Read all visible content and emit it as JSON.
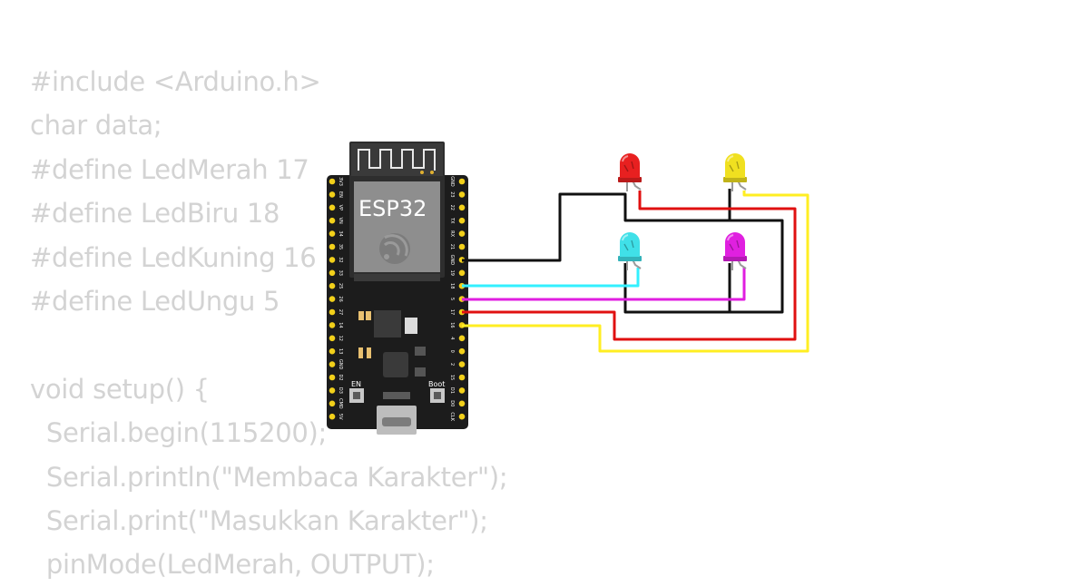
{
  "code_lines": [
    "#include <Arduino.h>",
    "char data;",
    "#define LedMerah 17",
    "#define LedBiru 18",
    "#define LedKuning 16",
    "#define LedUngu 5",
    "",
    "void setup() {",
    "  Serial.begin(115200);",
    "  Serial.println(\"Membaca Karakter\");",
    "  Serial.print(\"Masukkan Karakter\");",
    "  pinMode(LedMerah, OUTPUT);"
  ],
  "board": {
    "title": "ESP32",
    "en_label": "EN",
    "boot_label": "Boot",
    "left_pins": [
      "3V3",
      "EN",
      "VP",
      "VN",
      "34",
      "35",
      "32",
      "33",
      "25",
      "26",
      "27",
      "14",
      "12",
      "13",
      "GND",
      "D2",
      "D3",
      "CMD",
      "5V"
    ],
    "right_pins": [
      "GND",
      "23",
      "22",
      "TX",
      "RX",
      "21",
      "GND",
      "19",
      "18",
      "5",
      "17",
      "16",
      "4",
      "0",
      "2",
      "15",
      "D1",
      "D0",
      "CLK"
    ]
  },
  "colors": {
    "board": "#1c1c1c",
    "wire_gnd": "#111111",
    "wire_cyan": "#33f0ff",
    "wire_magenta": "#e01ee0",
    "wire_red": "#e01010",
    "wire_yellow": "#ffee22",
    "led_red": "#e82020",
    "led_yellow": "#f0e020",
    "led_cyan": "#40e0e8",
    "led_magenta": "#e020e0"
  },
  "leds": [
    {
      "name": "led-red",
      "color_key": "led_red"
    },
    {
      "name": "led-yellow",
      "color_key": "led_yellow"
    },
    {
      "name": "led-cyan",
      "color_key": "led_cyan"
    },
    {
      "name": "led-magenta",
      "color_key": "led_magenta"
    }
  ]
}
